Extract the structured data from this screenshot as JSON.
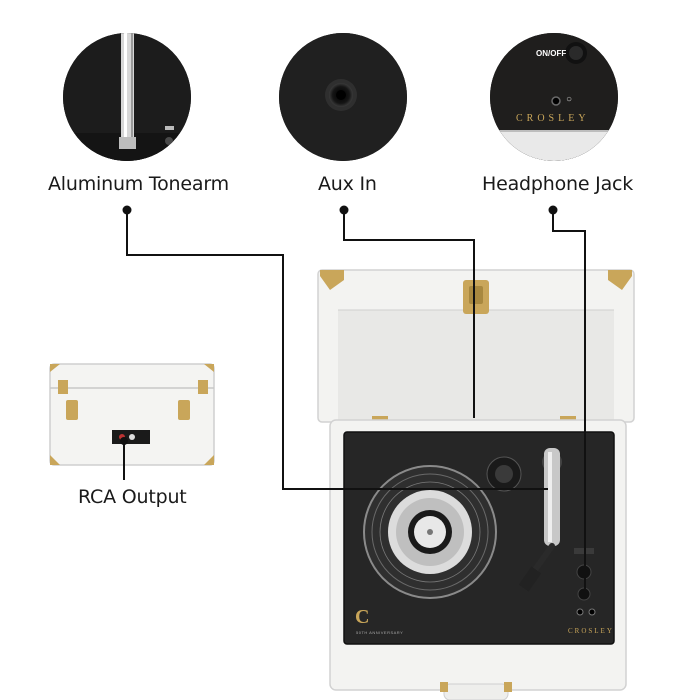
{
  "callouts": {
    "tonearm": {
      "label": "Aluminum Tonearm",
      "icon": "tonearm-closeup"
    },
    "aux": {
      "label": "Aux In",
      "icon": "aux-jack-closeup"
    },
    "headphone": {
      "label": "Headphone Jack",
      "icon": "headphone-jack-closeup",
      "switch_label": "ON/OFF",
      "brand": "CROSLEY"
    },
    "rca": {
      "label": "RCA Output"
    }
  },
  "turntable": {
    "brand": "CROSLEY",
    "badge_letter": "C",
    "badge_text": "50TH ANNIVERSARY",
    "colors": {
      "case": "#f2f2f0",
      "deck": "#262626",
      "hardware": "#c9a65a"
    }
  }
}
